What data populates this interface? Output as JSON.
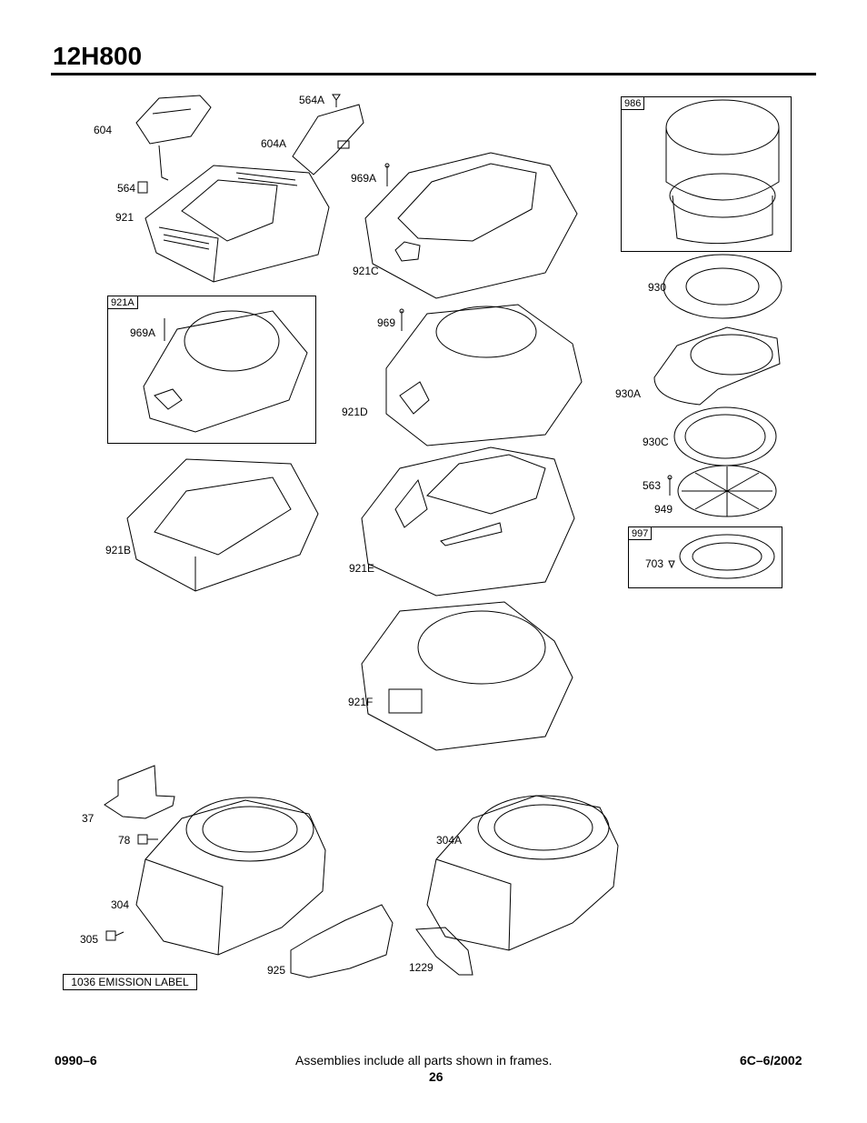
{
  "header": {
    "title": "12H800"
  },
  "labels": {
    "p604": "604",
    "p564": "564",
    "p921": "921",
    "p564A": "564A",
    "p604A": "604A",
    "p969A": "969A",
    "p921C": "921C",
    "p921A": "921A",
    "p969A_2": "969A",
    "p969": "969",
    "p921D": "921D",
    "p921B": "921B",
    "p921E": "921E",
    "p921F": "921F",
    "p986": "986",
    "p930": "930",
    "p930A": "930A",
    "p930C": "930C",
    "p563": "563",
    "p949": "949",
    "p997": "997",
    "p703": "703",
    "p37": "37",
    "p78": "78",
    "p304": "304",
    "p305": "305",
    "p925": "925",
    "p304A": "304A",
    "p1229": "1229"
  },
  "emission_label": "1036 EMISSION LABEL",
  "footer": {
    "left": "0990–6",
    "center": "Assemblies include all parts shown in frames.",
    "page": "26",
    "right": "6C–6/2002"
  }
}
